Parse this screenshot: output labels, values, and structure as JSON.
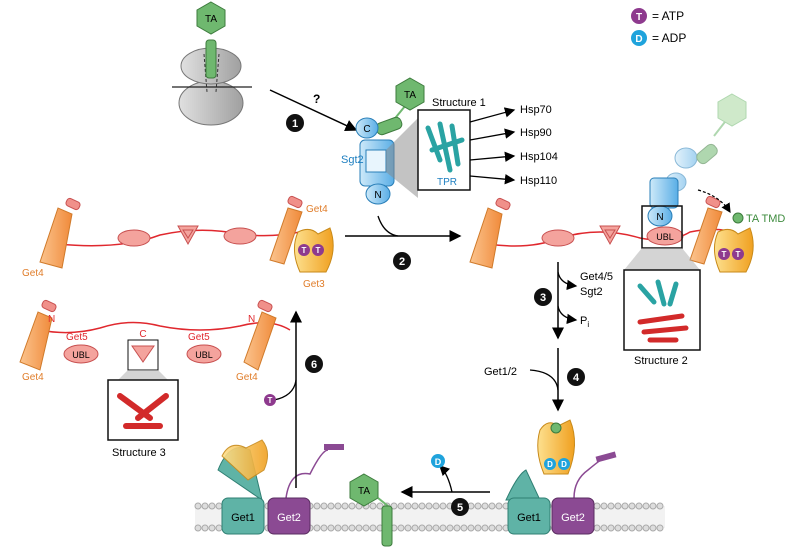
{
  "legend": {
    "atp": {
      "symbol": "T",
      "label": "= ATP",
      "color": "#8e3a8e"
    },
    "adp": {
      "symbol": "D",
      "label": "= ADP",
      "color": "#1fa3dc"
    }
  },
  "steps": {
    "s1": "1",
    "s1_question": "?",
    "s2": "2",
    "s3": "3",
    "s4": "4",
    "s5": "5",
    "s6": "6"
  },
  "labels": {
    "ta": "TA",
    "ta_tmd": "TA TMD",
    "structure1": "Structure 1",
    "structure2": "Structure 2",
    "structure3": "Structure 3",
    "sgt2": "Sgt2",
    "tpr": "TPR",
    "c": "C",
    "n": "N",
    "get4": "Get4",
    "get5": "Get5",
    "get3": "Get3",
    "ubl": "UBL",
    "get1": "Get1",
    "get2": "Get2",
    "get1_2": "Get1/2",
    "get4_5": "Get4/5",
    "sgt2_out": "Sgt2",
    "pi": "P",
    "pi_sub": "i",
    "t": "T",
    "d": "D"
  },
  "chaperones": [
    "Hsp70",
    "Hsp90",
    "Hsp104",
    "Hsp110"
  ],
  "colors": {
    "get4": "#f7a660",
    "get5": "#f0908a",
    "linker": "#e0282e",
    "get3": "#f6c24a",
    "sgt2": "#8ecdf0",
    "ta": "#6fb86f",
    "get1": "#5fb3a6",
    "get2": "#8b4a93",
    "membrane": "#cccccc"
  }
}
